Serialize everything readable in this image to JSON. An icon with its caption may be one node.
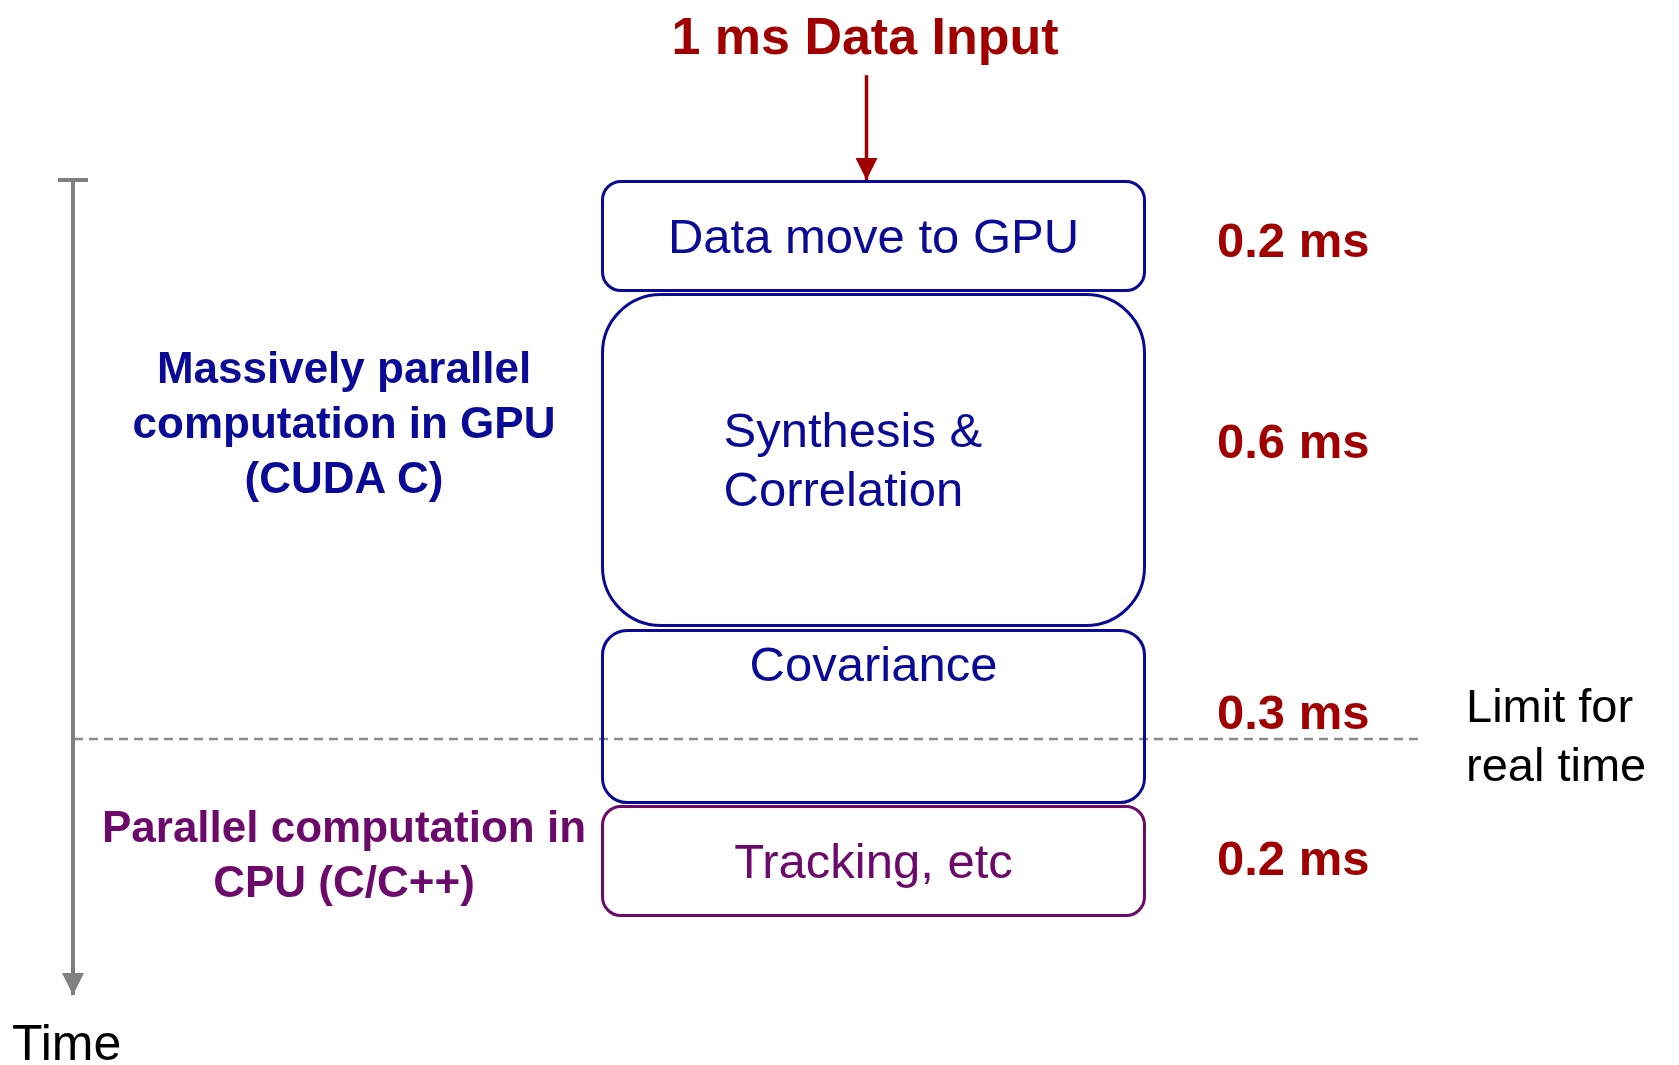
{
  "diagram": {
    "nodes": [
      {
        "text": [
          "1 ms Data Input"
        ]
      },
      {
        "text": [
          "Data move to GPU"
        ],
        "beside": [
          "0.2 ms"
        ]
      },
      {
        "text": [
          "Synthesis & Correlation"
        ],
        "beside": [
          "0.6 ms"
        ]
      },
      {
        "text": [
          "Covariance"
        ],
        "beside": [
          "0.3 ms"
        ]
      },
      {
        "text": [
          "Tracking, etc"
        ],
        "beside": [
          "0.2 ms"
        ]
      }
    ],
    "edges": [
      {
        "from": 0,
        "to": 1,
        "arrow": "to"
      }
    ],
    "labels": [
      "Massively parallel computation in GPU (CUDA C)",
      "Parallel computation in CPU (C/C++)",
      "Limit for real time",
      "Time"
    ]
  }
}
